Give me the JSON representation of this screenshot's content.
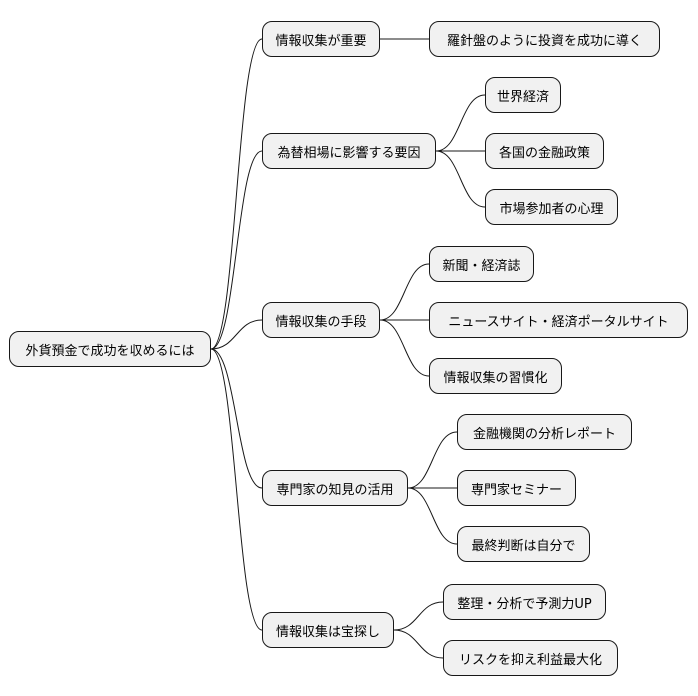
{
  "root": {
    "label": "外貨預金で成功を収めるには"
  },
  "branches": [
    {
      "label": "情報収集が重要",
      "children": [
        {
          "label": "羅針盤のように投資を成功に導く"
        }
      ]
    },
    {
      "label": "為替相場に影響する要因",
      "children": [
        {
          "label": "世界経済"
        },
        {
          "label": "各国の金融政策"
        },
        {
          "label": "市場参加者の心理"
        }
      ]
    },
    {
      "label": "情報収集の手段",
      "children": [
        {
          "label": "新聞・経済誌"
        },
        {
          "label": "ニュースサイト・経済ポータルサイト"
        },
        {
          "label": "情報収集の習慣化"
        }
      ]
    },
    {
      "label": "専門家の知見の活用",
      "children": [
        {
          "label": "金融機関の分析レポート"
        },
        {
          "label": "専門家セミナー"
        },
        {
          "label": "最終判断は自分で"
        }
      ]
    },
    {
      "label": "情報収集は宝探し",
      "children": [
        {
          "label": "整理・分析で予測力UP"
        },
        {
          "label": "リスクを抑え利益最大化"
        }
      ]
    }
  ]
}
